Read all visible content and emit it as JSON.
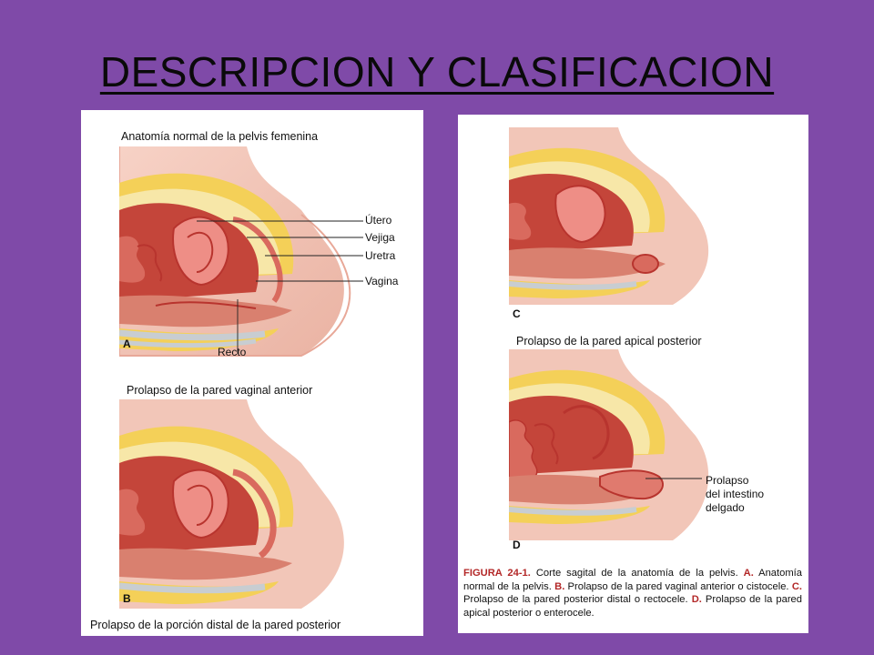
{
  "slide": {
    "title": "DESCRIPCION Y CLASIFICACION"
  },
  "left_panel": {
    "figure_a": {
      "heading": "Anatomía normal de la pelvis femenina",
      "letter": "A",
      "labels": {
        "uterus": "Útero",
        "bladder": "Vejiga",
        "urethra": "Uretra",
        "vagina": "Vagina",
        "rectum": "Recto"
      }
    },
    "figure_b": {
      "heading": "Prolapso de la pared vaginal anterior",
      "letter": "B"
    },
    "footer": "Prolapso de la porción distal de la pared posterior"
  },
  "right_panel": {
    "figure_c": {
      "letter": "C",
      "heading_after": "Prolapso de la pared apical posterior"
    },
    "figure_d": {
      "letter": "D",
      "label_line1": "Prolapso",
      "label_line2": "del intestino",
      "label_line3": "delgado"
    },
    "caption": {
      "fig_label": "FIGURA 24-1.",
      "t1": " Corte sagital de la anatomía de la pelvis. ",
      "a": "A.",
      "t2": " Anatomía normal de la pelvis. ",
      "b": "B.",
      "t3": " Prolapso de la pared vaginal anterior o cistocele. ",
      "c": "C.",
      "t4": " Prolapso de la pared posterior distal o rectocele. ",
      "d": "D.",
      "t5": " Prolapso de la pared apical posterior o enterocele."
    }
  }
}
